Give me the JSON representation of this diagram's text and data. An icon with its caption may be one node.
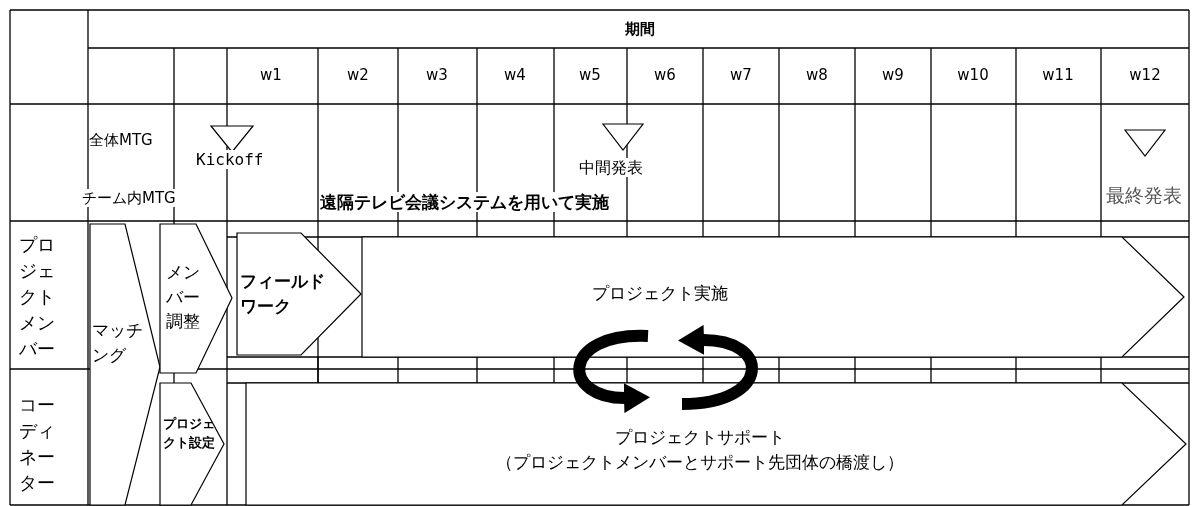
{
  "diagram": {
    "nodes": [
      {
        "text": [
          "マッチング"
        ]
      },
      {
        "text": [
          "メンバー調整"
        ]
      },
      {
        "text": [
          "プロジェクト設定"
        ]
      },
      {
        "text": [
          "フィールドワーク"
        ]
      },
      {
        "text": [
          "プロジェクト実施"
        ]
      },
      {
        "text": [
          "プロジェクトサポート",
          "（プロジェクトメンバーとサポート先団体の橋渡し）"
        ]
      },
      {
        "text": [],
        "shape": "triangle",
        "beside": [
          "Kickoff"
        ]
      },
      {
        "text": [],
        "shape": "triangle",
        "beside": [
          "中間発表"
        ]
      },
      {
        "text": [],
        "shape": "triangle",
        "beside": [
          "最終発表"
        ]
      }
    ],
    "edges": [
      {
        "from": 4,
        "to": 5,
        "arrow": "to"
      },
      {
        "from": 5,
        "to": 4,
        "arrow": "to"
      }
    ],
    "labels": [
      "期間",
      "w1",
      "w2",
      "w3",
      "w4",
      "w5",
      "w6",
      "w7",
      "w8",
      "w9",
      "w10",
      "w11",
      "w12",
      "全体MTG",
      "チーム内MTG",
      "遠隔テレビ会議システムを用いて実施",
      "プロジェクトメンバー",
      "コーディネーター"
    ]
  }
}
